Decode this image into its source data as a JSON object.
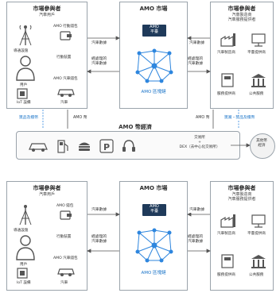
{
  "top": {
    "left_title": "市場參與者",
    "left_sub": "汽車用戶",
    "left_items": [
      "導通設施",
      "AMO 行動錢包",
      "行動裝置",
      "用戶",
      "AMO 汽車錢包",
      "IoT 設備",
      "汽車"
    ],
    "center_title": "AMO 市場",
    "center_pill": "AMO\n平臺",
    "center_chain": "AMO 區塊鏈",
    "right_title": "市場參與者",
    "right_sub": "汽車製造商\n汽車服務提供者",
    "right_items": [
      "汽車製造商",
      "平臺提供商",
      "服務提供商",
      "公共服務"
    ],
    "flows": [
      "汽車數據",
      "經處理的\n汽車數據",
      "汽車數據",
      "經處理的\n汽車數據"
    ]
  },
  "middle": {
    "left_link": "獎品及積幣",
    "left_amo": "AMO 幣",
    "economy_title": "AMO 幣經濟",
    "exchange": "交易所\n+\nDEX（去中心化交易所）",
    "right_amo": "AMO 幣",
    "right_link": "獎賞・獎品及積幣",
    "other": "其他幣\n經濟"
  },
  "bottom": {
    "left_title": "市場參與者",
    "left_sub": "汽車用戶",
    "left_items": [
      "導通設施",
      "AMO 錢包",
      "行動裝置",
      "用戶",
      "AMO 汽車錢包",
      "IoT 設備",
      "汽車"
    ],
    "center_title": "AMO 市場",
    "center_pill": "AMO\n平臺",
    "center_chain": "AMO 區塊鏈",
    "right_title": "市場參與者",
    "right_sub": "汽車製造商\n汽車服務提供者",
    "right_items": [
      "汽車製造商",
      "平臺提供商",
      "服務提供商",
      "公共服務"
    ],
    "flows": [
      "汽車數據",
      "經處理的\n汽車數據",
      "汽車數據",
      "經處理的\n汽車數據"
    ]
  },
  "colors": {
    "accent": "#1a74c8",
    "pill": "#1f3a5a",
    "border": "#9aa3ab"
  }
}
